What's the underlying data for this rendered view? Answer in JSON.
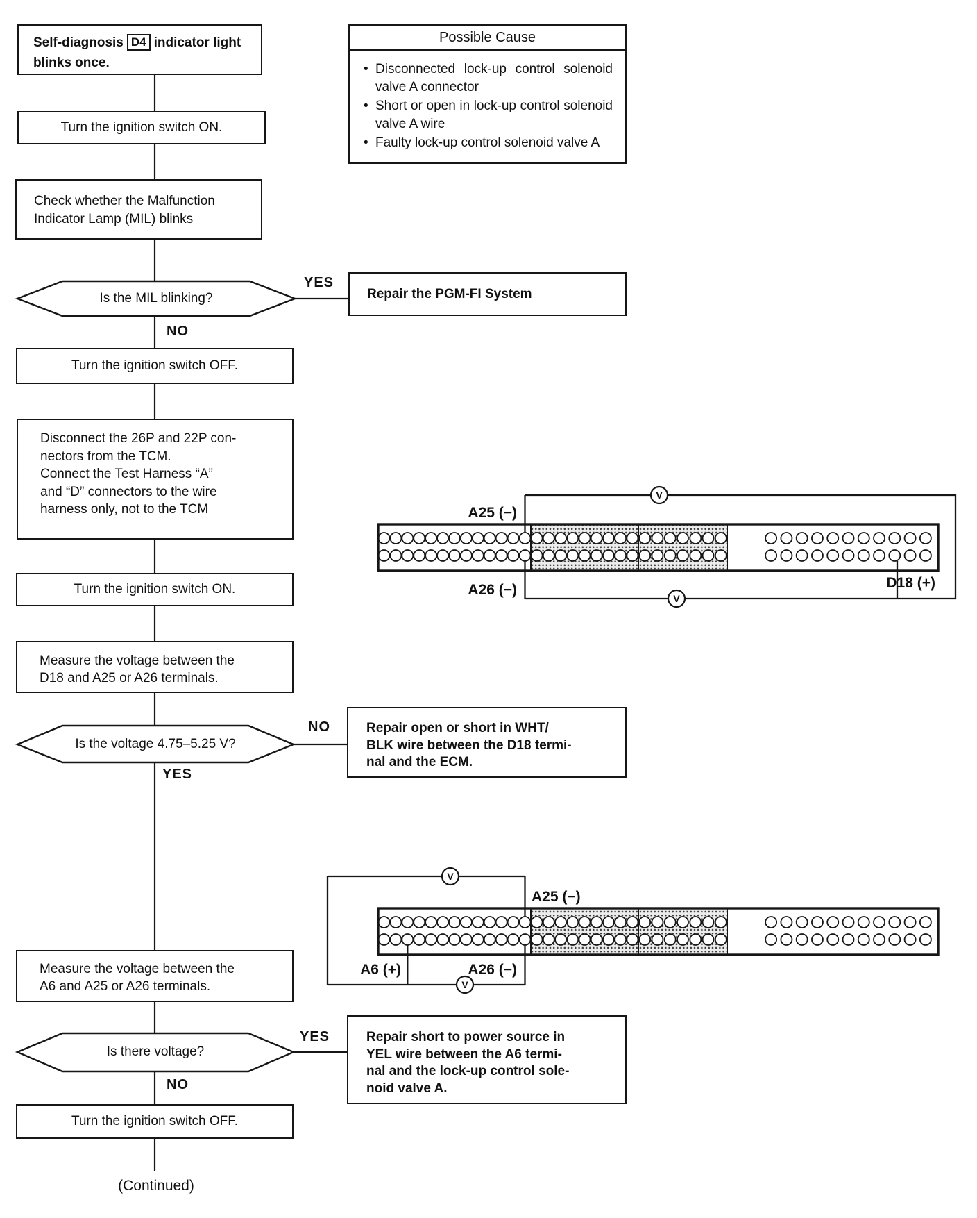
{
  "bullet": "•",
  "possible_cause": {
    "title": "Possible Cause",
    "items": [
      "Disconnected lock-up control solenoid valve A connector",
      "Short or open in lock-up control solenoid valve A wire",
      "Faulty lock-up control solenoid valve A"
    ]
  },
  "flow": {
    "start": {
      "pre": "Self-diagnosis",
      "code": "D4",
      "post": "indicator light",
      "line2": "blinks once."
    },
    "ignition_on_1": "Turn the ignition switch ON.",
    "check_mil": [
      "Check whether the Malfunction",
      "Indicator Lamp (MIL) blinks"
    ],
    "q_mil": "Is the MIL blinking?",
    "repair_pgmfi": "Repair the PGM-FI System",
    "ignition_off_1": "Turn the ignition switch OFF.",
    "disconnect": [
      "Disconnect the 26P and 22P con-",
      "nectors from the TCM.",
      "Connect the Test Harness “A”",
      "and “D” connectors to the wire",
      "harness only, not to the TCM"
    ],
    "ignition_on_2": "Turn the ignition switch ON.",
    "measure_d18": [
      "Measure the voltage between the",
      "D18 and A25 or A26 terminals."
    ],
    "q_voltage": "Is the voltage 4.75–5.25 V?",
    "repair_wht_blk": [
      "Repair open or short in WHT/",
      "BLK wire between the D18 termi-",
      "nal and the ECM."
    ],
    "measure_a6": [
      "Measure the voltage between the",
      "A6 and A25 or A26 terminals."
    ],
    "q_there_voltage": "Is there voltage?",
    "repair_yel": [
      "Repair short to power source in",
      "YEL wire between the A6 termi-",
      "nal and the lock-up control sole-",
      "noid valve A."
    ],
    "ignition_off_2": "Turn the ignition switch OFF.",
    "continued": "(Continued)",
    "yes": "YES",
    "no": "NO"
  },
  "connector": {
    "rows": 2,
    "sections": [
      {
        "pins": 13,
        "shaded": false
      },
      {
        "pins": 9,
        "shaded": true
      },
      {
        "pins": 7,
        "shaded": true
      },
      {
        "pins": 11,
        "shaded": false
      }
    ]
  },
  "diagram1": {
    "meter": "V",
    "a25": "A25 (−)",
    "a26": "A26 (−)",
    "d18": "D18 (+)"
  },
  "diagram2": {
    "meter": "V",
    "a25": "A25 (−)",
    "a6": "A6 (+)",
    "a26": "A26 (−)"
  },
  "colors": {
    "ink": "#161616",
    "paper": "#ffffff"
  }
}
